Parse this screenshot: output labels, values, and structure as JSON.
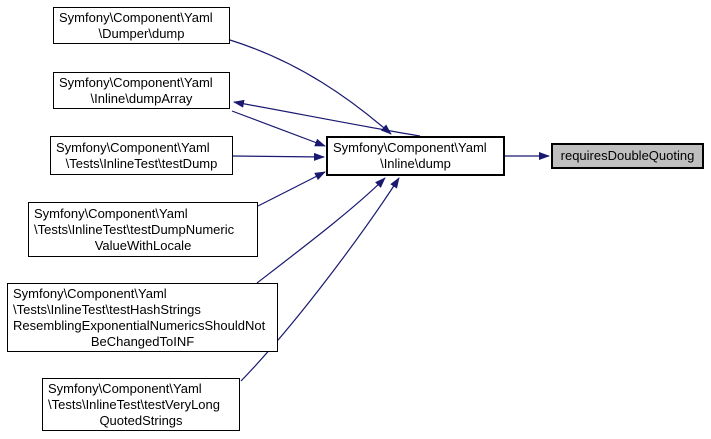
{
  "diagram": {
    "title": "Doxygen caller graph for requiresDoubleQuoting",
    "colors": {
      "edge": "#191970",
      "node_border": "#000000",
      "node_fill": "#ffffff",
      "highlight_fill": "#bfbfbf",
      "background": "#ffffff",
      "text": "#000000"
    },
    "nodes": [
      {
        "id": "dumper-dump",
        "lines": [
          "Symfony\\Component\\Yaml",
          "\\Dumper\\dump"
        ]
      },
      {
        "id": "dumparray",
        "lines": [
          "Symfony\\Component\\Yaml",
          "\\Inline\\dumpArray"
        ]
      },
      {
        "id": "testdump",
        "lines": [
          "Symfony\\Component\\Yaml",
          "\\Tests\\InlineTest\\testDump"
        ]
      },
      {
        "id": "testdumpnumeric",
        "lines": [
          "Symfony\\Component\\Yaml",
          "\\Tests\\InlineTest\\testDumpNumeric",
          "ValueWithLocale"
        ]
      },
      {
        "id": "testhashstrings",
        "lines": [
          "Symfony\\Component\\Yaml",
          "\\Tests\\InlineTest\\testHashStrings",
          "ResemblingExponentialNumericsShouldNot",
          "BeChangedToINF"
        ]
      },
      {
        "id": "testverylong",
        "lines": [
          "Symfony\\Component\\Yaml",
          "\\Tests\\InlineTest\\testVeryLong",
          "QuotedStrings"
        ]
      },
      {
        "id": "inline-dump",
        "lines": [
          "Symfony\\Component\\Yaml",
          "\\Inline\\dump"
        ]
      },
      {
        "id": "requiresdq",
        "lines": [
          "requiresDoubleQuoting"
        ],
        "highlighted": true
      }
    ],
    "edges": [
      {
        "from": "Symfony\\Component\\Yaml\\Dumper\\dump",
        "to": "Symfony\\Component\\Yaml\\Inline\\dump"
      },
      {
        "from": "Symfony\\Component\\Yaml\\Inline\\dump",
        "to": "Symfony\\Component\\Yaml\\Inline\\dumpArray"
      },
      {
        "from": "Symfony\\Component\\Yaml\\Inline\\dumpArray",
        "to": "Symfony\\Component\\Yaml\\Inline\\dump"
      },
      {
        "from": "Symfony\\Component\\Yaml\\Tests\\InlineTest\\testDump",
        "to": "Symfony\\Component\\Yaml\\Inline\\dump"
      },
      {
        "from": "Symfony\\Component\\Yaml\\Tests\\InlineTest\\testDumpNumericValueWithLocale",
        "to": "Symfony\\Component\\Yaml\\Inline\\dump"
      },
      {
        "from": "Symfony\\Component\\Yaml\\Tests\\InlineTest\\testHashStringsResemblingExponentialNumericsShouldNotBeChangedToINF",
        "to": "Symfony\\Component\\Yaml\\Inline\\dump"
      },
      {
        "from": "Symfony\\Component\\Yaml\\Tests\\InlineTest\\testVeryLongQuotedStrings",
        "to": "Symfony\\Component\\Yaml\\Inline\\dump"
      },
      {
        "from": "Symfony\\Component\\Yaml\\Inline\\dump",
        "to": "requiresDoubleQuoting"
      }
    ]
  }
}
